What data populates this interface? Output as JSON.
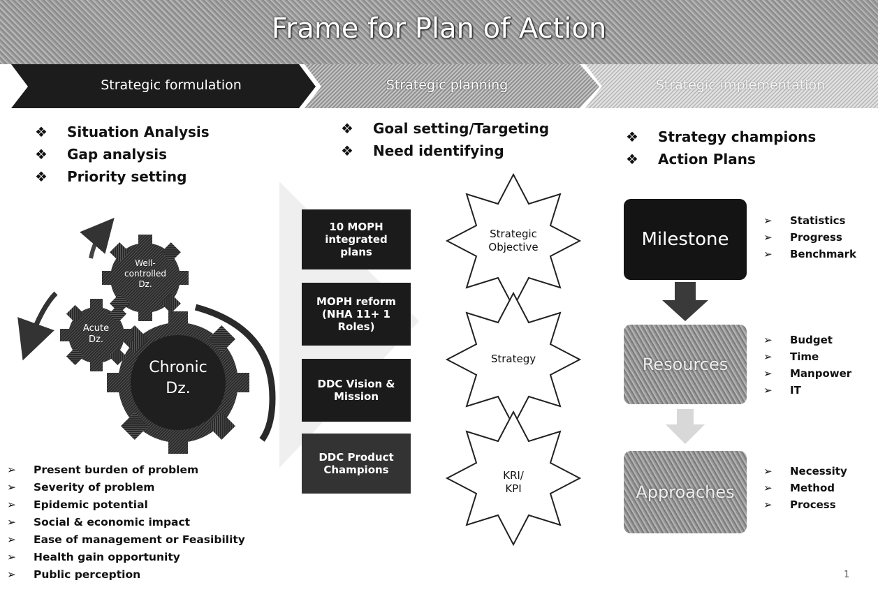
{
  "title": "Frame for Plan of Action",
  "stages": [
    {
      "label": "Strategic formulation"
    },
    {
      "label": "Strategic planning"
    },
    {
      "label": "Strategic implementation"
    }
  ],
  "bullet_symbol": "❖",
  "arrow_symbol": "➢",
  "col1_bullets": [
    "Situation Analysis",
    "Gap analysis",
    "Priority setting"
  ],
  "col2_bullets": [
    "Goal setting/Targeting",
    "Need identifying"
  ],
  "col3_bullets": [
    "Strategy champions",
    "Action Plans"
  ],
  "gears": {
    "well": {
      "line1": "Well-",
      "line2": "controlled",
      "line3": "Dz."
    },
    "acute": {
      "line1": "Acute",
      "line2": "Dz."
    },
    "chronic": {
      "line1": "Chronic",
      "line2": "Dz."
    }
  },
  "criteria": [
    "Present burden of problem",
    "Severity of problem",
    "Epidemic potential",
    "Social & economic impact",
    "Ease of management or Feasibility",
    "Health gain opportunity",
    "Public perception"
  ],
  "inputs": [
    {
      "line1": "10 MOPH",
      "line2": "integrated",
      "line3": "plans"
    },
    {
      "line1": "MOPH reform",
      "line2": "(NHA 11+ 1",
      "line3": "Roles)"
    },
    {
      "line1": "DDC Vision &",
      "line2": "Mission"
    },
    {
      "line1": "DDC Product",
      "line2": "Champions"
    }
  ],
  "stars": [
    {
      "line1": "Strategic",
      "line2": "Objective"
    },
    {
      "line1": "Strategy",
      "line2": ""
    },
    {
      "line1": "KRI/",
      "line2": "KPI"
    }
  ],
  "right_boxes": [
    {
      "label": "Milestone",
      "items": [
        "Statistics",
        "Progress",
        "Benchmark"
      ]
    },
    {
      "label": "Resources",
      "items": [
        "Budget",
        "Time",
        "Manpower",
        "IT"
      ]
    },
    {
      "label": "Approaches",
      "items": [
        "Necessity",
        "Method",
        "Process"
      ]
    }
  ],
  "page_number": "1"
}
